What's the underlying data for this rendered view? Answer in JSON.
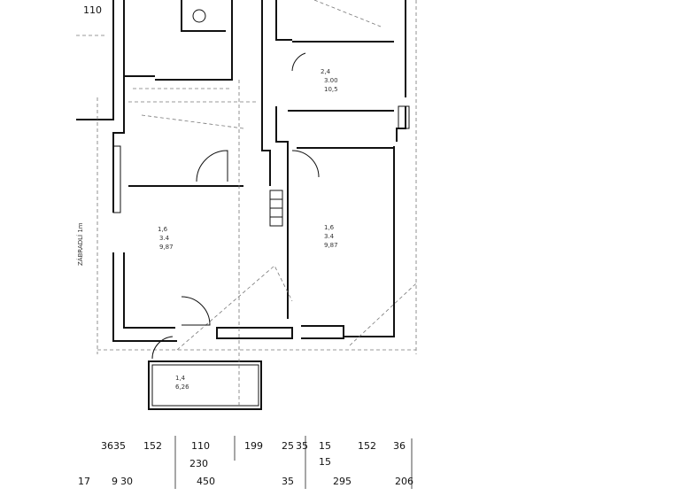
{
  "plan": {
    "top_left_dim": "110",
    "rooms": {
      "room_upper_right": {
        "code": "2,4",
        "dim": "3.00",
        "area": "10,5"
      },
      "room_right_large": {
        "code": "1,6",
        "dim": "3.4",
        "area": "9,87"
      },
      "room_left_middle": {
        "code": "1,6",
        "dim": "3.4",
        "area": "9,87"
      },
      "porch": {
        "code": "1,4",
        "area": "6,26"
      }
    },
    "bottom_dims_row1": [
      "36",
      "35",
      "152",
      "110",
      "199",
      "25",
      "35",
      "15",
      "152",
      "36"
    ],
    "bottom_dims_row2": [
      "230",
      "15"
    ],
    "bottom_dims_row3": [
      "17",
      "9",
      "30",
      "450",
      "35",
      "295",
      "20",
      "6"
    ],
    "left_label": "ZÁBRADLÍ 1m"
  }
}
